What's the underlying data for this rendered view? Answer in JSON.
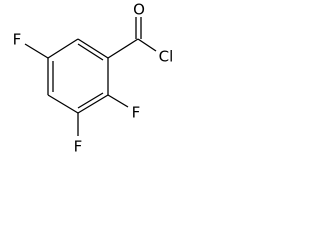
{
  "molecule": {
    "atoms": {
      "oxygen": "O",
      "chlorine": "Cl",
      "fluorine_top_left": "F",
      "fluorine_ring_right": "F",
      "fluorine_bottom": "F"
    },
    "colors": {
      "bond": "#000000",
      "label": "#000000",
      "background": "#ffffff"
    }
  }
}
